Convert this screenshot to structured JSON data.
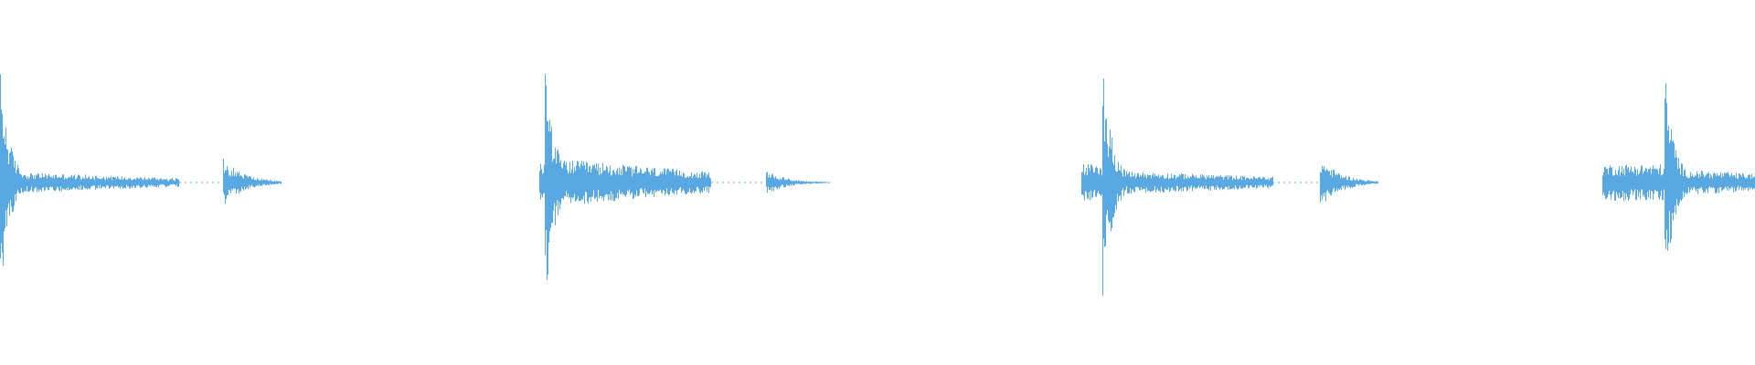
{
  "waveform": {
    "color": "#5aa8e2",
    "background": "#ffffff",
    "duration_fraction_visible": 1.0,
    "bursts": [
      {
        "start": 0.0,
        "attack": 0.0,
        "peak": 0.82,
        "decay": 0.12,
        "tail_amp": 0.08,
        "tail_end": 0.102,
        "echo_at": 0.127,
        "echo_amp": 0.18,
        "echo_end": 0.16
      },
      {
        "start": 0.307,
        "attack": 0.003,
        "peak": 1.0,
        "decay": 0.12,
        "tail_amp": 0.18,
        "tail_end": 0.405,
        "echo_at": 0.436,
        "echo_amp": 0.09,
        "echo_end": 0.475
      },
      {
        "start": 0.616,
        "attack": 0.012,
        "peak": 0.92,
        "decay": 0.12,
        "tail_amp": 0.09,
        "tail_end": 0.725,
        "echo_at": 0.752,
        "echo_amp": 0.18,
        "echo_end": 0.785
      },
      {
        "start": 0.913,
        "attack": 0.035,
        "peak": 0.9,
        "decay": 0.12,
        "tail_amp": 0.1,
        "tail_end": 1.0,
        "echo_at": 0.0,
        "echo_amp": 0.0,
        "echo_end": 0.0
      }
    ],
    "pre_blip": {
      "at": 0.917,
      "amp": 0.03
    }
  }
}
